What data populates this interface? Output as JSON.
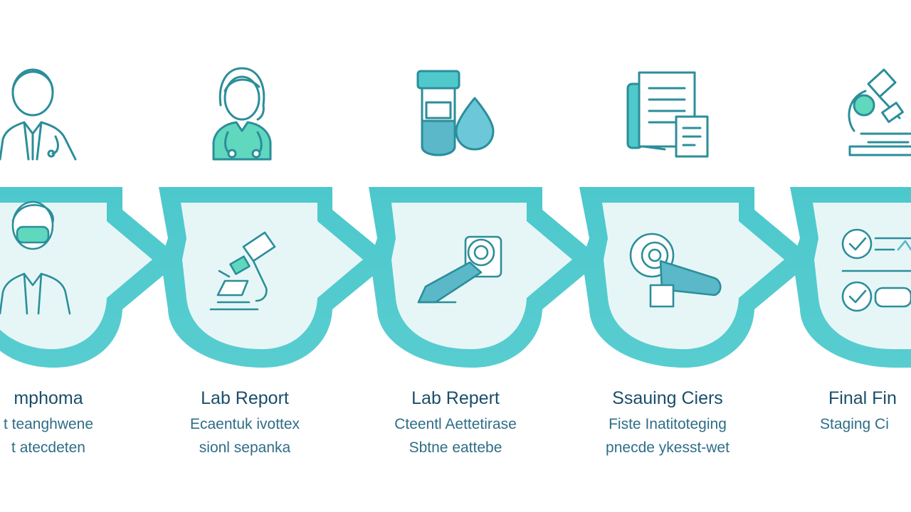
{
  "colors": {
    "teal": "#4fc9cc",
    "teal_light": "#e6f6f6",
    "stroke": "#2b8e9a",
    "text": "#1a4e6a"
  },
  "top_icons": [
    "doctor-icon",
    "nurse-icon",
    "blood-sample-icon",
    "documents-icon",
    "microscope-icon"
  ],
  "steps": [
    {
      "icon": "doctor-icon",
      "title": "mphoma",
      "line1": "t teanghwene",
      "line2": "t atecdeten"
    },
    {
      "icon": "microscope-icon",
      "title": "Lab Report",
      "line1": "Ecaentuk ivottex",
      "line2": "sionl sepanka"
    },
    {
      "icon": "scanner-icon",
      "title": "Lab Repert",
      "line1": "Cteentl Aettetirase",
      "line2": "Sbtne eattebe"
    },
    {
      "icon": "mri-icon",
      "title": "Ssauing Ciers",
      "line1": "Fiste Inatitoteging",
      "line2": "pnecde ykesst-wet"
    },
    {
      "icon": "checklist-icon",
      "title": "Final Fin",
      "line1": "Staging Ci",
      "line2": ""
    }
  ]
}
